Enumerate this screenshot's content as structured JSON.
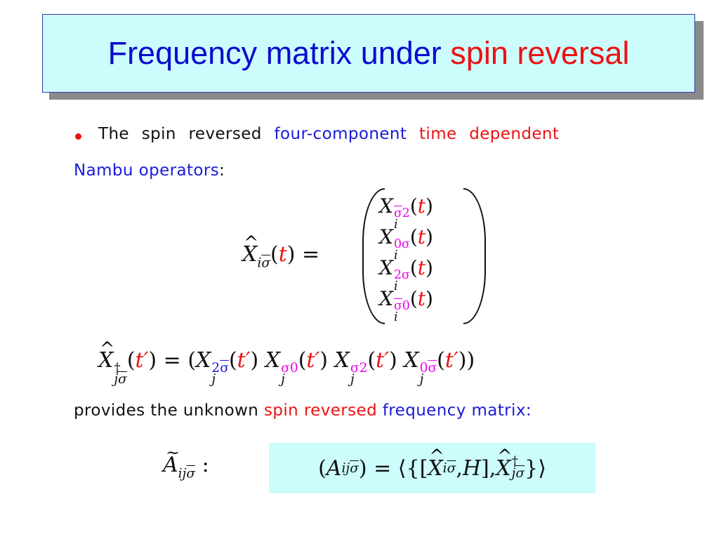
{
  "slide": {
    "title_part1": "Frequency matrix under ",
    "title_part2": "spin reversal",
    "bullet_text_black1": "The spin reversed ",
    "bullet_text_blue1": "four-component",
    "bullet_text_red1": "time dependent",
    "bullet_line2_blue": "Nambu operators",
    "bullet_line2_black": ":",
    "provides_black": "provides the unknown ",
    "provides_red": "spin reversed",
    "provides_blue": "frequency matrix:",
    "colors": {
      "title_blue": "#0b0bd0",
      "accent_red": "#ee1111",
      "accent_blue": "#1a1ad8",
      "accent_magenta": "#ee00ee",
      "box_cyan": "#ccfcfc"
    }
  }
}
